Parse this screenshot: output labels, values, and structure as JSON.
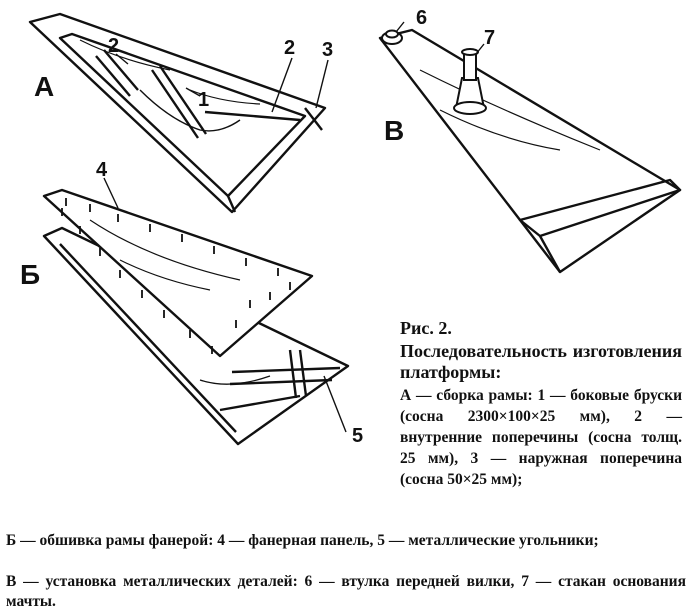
{
  "figure": {
    "labels": {
      "view_a": "А",
      "view_b": "Б",
      "view_v": "В",
      "n1": "1",
      "n2a": "2",
      "n2b": "2",
      "n3": "3",
      "n4": "4",
      "n5": "5",
      "n6": "6",
      "n7": "7"
    }
  },
  "caption": {
    "title": "Рис. 2.",
    "heading": "Последовательность изготовления платформы:",
    "part_a": "А — сборка рамы: 1 — боковые бруски (сосна 2300×100×25 мм), 2 — внутренние поперечины (сосна толщ. 25 мм), 3 — наружная поперечина (сосна 50×25 мм);",
    "part_b": "Б — обшивка рамы фанерой: 4 — фанерная панель, 5 — металлические угольники;",
    "part_v": "В — установка металлических деталей: 6 — втулка передней вилки, 7 — стакан основания мачты."
  }
}
